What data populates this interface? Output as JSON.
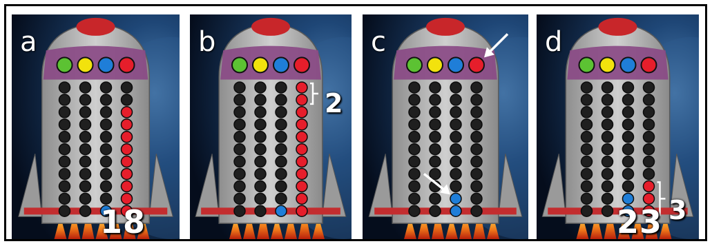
{
  "colors": {
    "green": "#5cc233",
    "yellow": "#f2e20d",
    "blue": "#1f7ed8",
    "red": "#e61e2b",
    "empty_peg": "#1f1f1f"
  },
  "panels": [
    {
      "letter": "a",
      "count": "18",
      "bracket_label": "",
      "filled": [
        {
          "row": 2,
          "col": 3,
          "color": "red"
        },
        {
          "row": 3,
          "col": 3,
          "color": "red"
        },
        {
          "row": 4,
          "col": 3,
          "color": "red"
        },
        {
          "row": 5,
          "col": 3,
          "color": "red"
        },
        {
          "row": 6,
          "col": 3,
          "color": "red"
        },
        {
          "row": 7,
          "col": 3,
          "color": "red"
        },
        {
          "row": 8,
          "col": 3,
          "color": "red"
        },
        {
          "row": 9,
          "col": 3,
          "color": "red"
        },
        {
          "row": 10,
          "col": 3,
          "color": "red"
        },
        {
          "row": 10,
          "col": 2,
          "color": "blue"
        }
      ],
      "arrows": []
    },
    {
      "letter": "b",
      "count": "",
      "bracket_label": "2",
      "filled": [
        {
          "row": 0,
          "col": 3,
          "color": "red"
        },
        {
          "row": 1,
          "col": 3,
          "color": "red"
        },
        {
          "row": 2,
          "col": 3,
          "color": "red"
        },
        {
          "row": 3,
          "col": 3,
          "color": "red"
        },
        {
          "row": 4,
          "col": 3,
          "color": "red"
        },
        {
          "row": 5,
          "col": 3,
          "color": "red"
        },
        {
          "row": 6,
          "col": 3,
          "color": "red"
        },
        {
          "row": 7,
          "col": 3,
          "color": "red"
        },
        {
          "row": 8,
          "col": 3,
          "color": "red"
        },
        {
          "row": 9,
          "col": 3,
          "color": "red"
        },
        {
          "row": 10,
          "col": 3,
          "color": "red"
        },
        {
          "row": 10,
          "col": 2,
          "color": "blue"
        }
      ],
      "arrows": []
    },
    {
      "letter": "c",
      "count": "",
      "bracket_label": "",
      "filled": [
        {
          "row": 9,
          "col": 2,
          "color": "blue"
        },
        {
          "row": 10,
          "col": 2,
          "color": "blue"
        }
      ],
      "arrows": [
        "top-red-button",
        "blue-peg"
      ]
    },
    {
      "letter": "d",
      "count": "23",
      "bracket_label": "3",
      "filled": [
        {
          "row": 8,
          "col": 3,
          "color": "red"
        },
        {
          "row": 9,
          "col": 3,
          "color": "red"
        },
        {
          "row": 10,
          "col": 3,
          "color": "red"
        },
        {
          "row": 9,
          "col": 2,
          "color": "blue"
        },
        {
          "row": 10,
          "col": 2,
          "color": "blue"
        }
      ],
      "arrows": []
    }
  ]
}
